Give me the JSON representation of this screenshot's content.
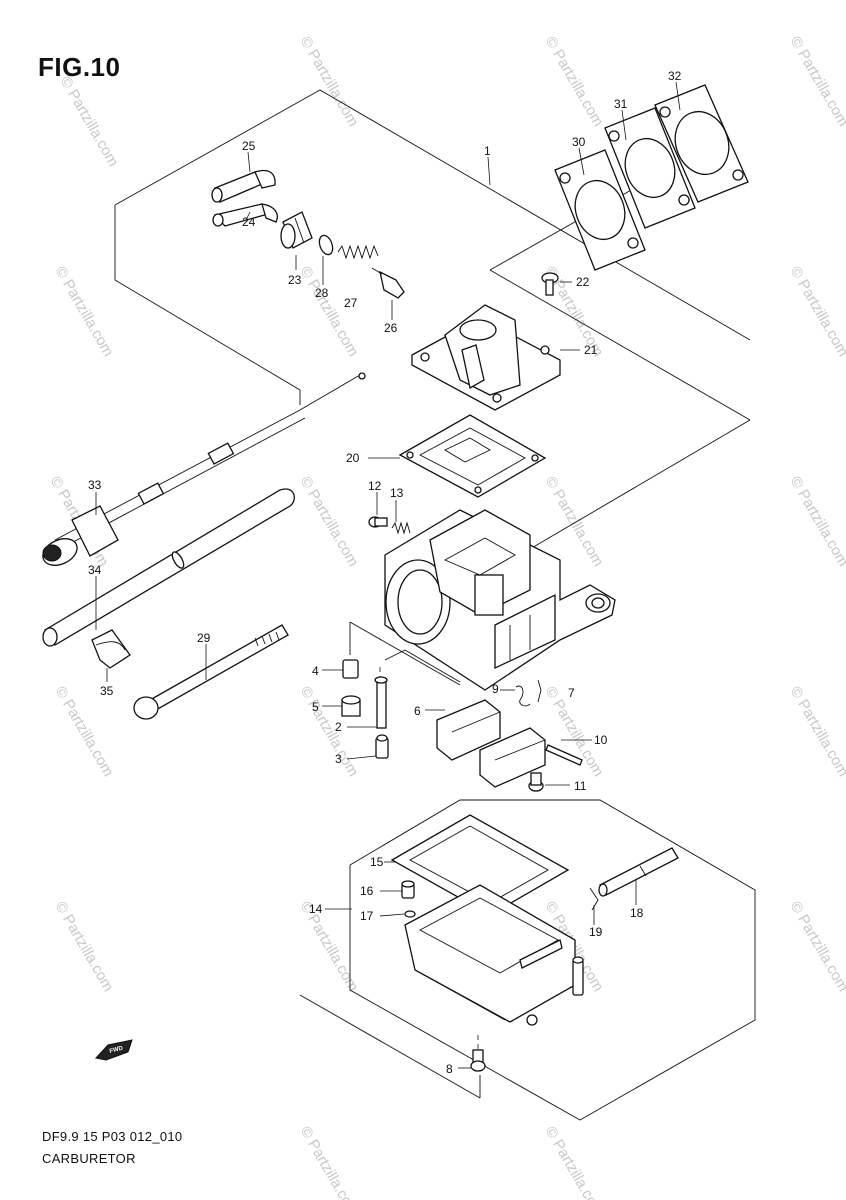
{
  "figure": {
    "title": "FIG.10",
    "code": "DF9.9 15 P03 012_010",
    "name": "CARBURETOR",
    "direction_badge": "FWD"
  },
  "watermark": "© Partzilla.com",
  "callouts": [
    "1",
    "2",
    "3",
    "4",
    "5",
    "6",
    "7",
    "8",
    "9",
    "10",
    "11",
    "12",
    "13",
    "14",
    "15",
    "16",
    "17",
    "18",
    "19",
    "20",
    "21",
    "22",
    "23",
    "24",
    "25",
    "26",
    "27",
    "28",
    "29",
    "30",
    "31",
    "32",
    "33",
    "34",
    "35"
  ]
}
